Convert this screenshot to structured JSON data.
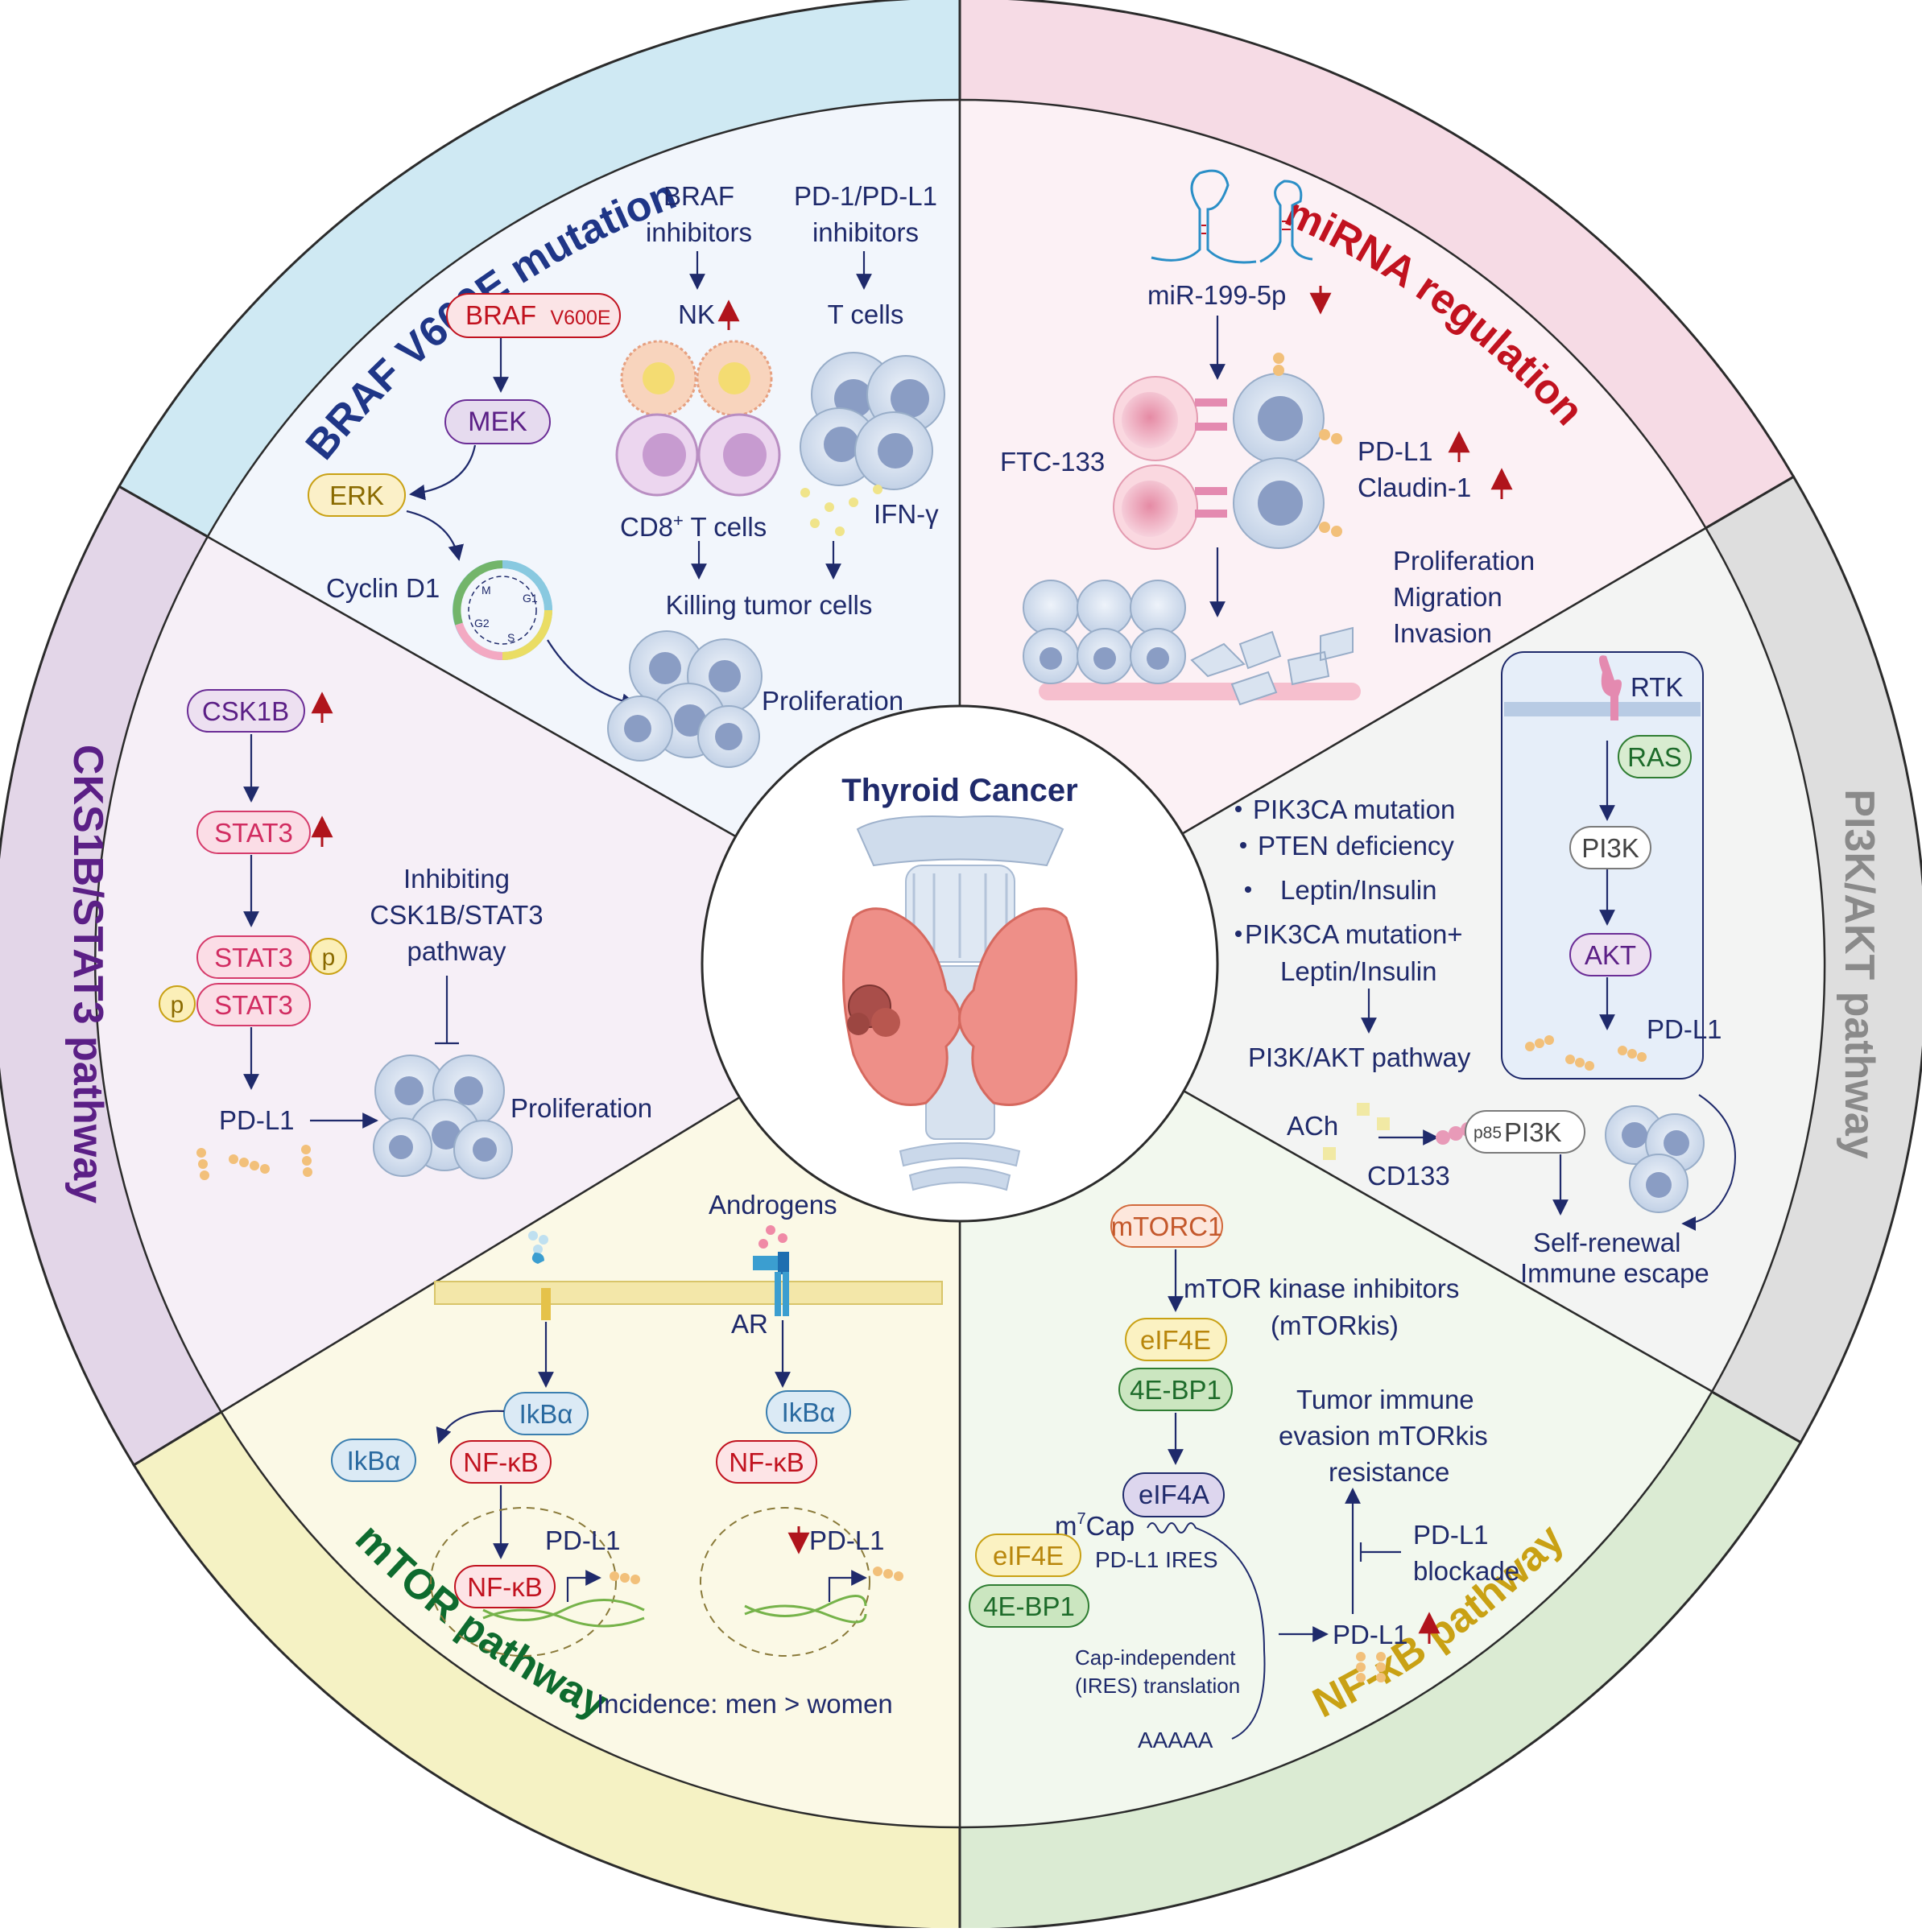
{
  "center": {
    "title": "Thyroid Cancer"
  },
  "sectors": {
    "braf": {
      "title": "BRAF V600E mutation",
      "color": "#cfe9f3",
      "braf_box": "BRAF",
      "braf_sub": "V600E",
      "mek": "MEK",
      "erk": "ERK",
      "cyclin": "Cyclin D1",
      "cycle_phases": [
        "M",
        "G1",
        "G2",
        "S"
      ],
      "braf_inhib_1": "BRAF",
      "braf_inhib_2": "inhibitors",
      "pd1_inhib_1": "PD-1/PD-L1",
      "pd1_inhib_2": "inhibitors",
      "nk": "NK",
      "tcells": "T cells",
      "cd8": "CD8",
      "cd8_sup": "+",
      "cd8_rest": " T cells",
      "ifn": "IFN-γ",
      "killing": "Killing tumor cells",
      "proliferation": "Proliferation"
    },
    "mirna": {
      "title": "miRNA regulation",
      "color": "#f6dbe5",
      "mir": "miR-199-5p",
      "ftc": "FTC-133",
      "pdl1": "PD-L1",
      "claudin": "Claudin-1",
      "outcome_1": "Proliferation",
      "outcome_2": "Migration",
      "outcome_3": "Invasion"
    },
    "pi3k": {
      "title": "PI3K/AKT pathway",
      "color": "#dedede",
      "rtk": "RTK",
      "ras": "RAS",
      "pi3k": "PI3K",
      "akt": "AKT",
      "pdl1": "PD-L1",
      "bullets": [
        "PIK3CA mutation",
        "PTEN deficiency",
        "Leptin/Insulin",
        "PIK3CA mutation+"
      ],
      "bullet_cont": "Leptin/Insulin",
      "pathway": "PI3K/AKT pathway",
      "ach": "ACh",
      "cd133": "CD133",
      "p85": "p85",
      "p85_pi3k": "PI3K",
      "self_renewal": "Self-renewal",
      "immune_escape": "Immune escape"
    },
    "mtor": {
      "title": "mTOR pathway",
      "color": "#dbebd3",
      "mtorc1": "mTORC1",
      "inhib_1": "mTOR kinase inhibitors",
      "inhib_2": "(mTORkis)",
      "eif4e": "eIF4E",
      "bp1": "4E-BP1",
      "eif4a": "eIF4A",
      "m7cap_m": "m",
      "m7cap_sup": "7",
      "m7cap_rest": "Cap",
      "ires": "PD-L1 IRES",
      "eif4e_2": "eIF4E",
      "bp1_2": "4E-BP1",
      "cap_indep_1": "Cap-independent",
      "cap_indep_2": "(IRES) translation",
      "polya": "AAAAA",
      "pdl1": "PD-L1",
      "evasion_1": "Tumor immune",
      "evasion_2": "evasion mTORkis",
      "evasion_3": "resistance",
      "blockade_1": "PD-L1",
      "blockade_2": "blockade"
    },
    "nfkb": {
      "title": "NF-κB pathway",
      "color": "#f5f2c4",
      "androgens": "Androgens",
      "ar": "AR",
      "ikba_1": "IkBα",
      "ikba_2": "IkBα",
      "ikba_3": "IkBα",
      "nfkb_1": "NF-κB",
      "nfkb_2": "NF-κB",
      "nfkb_3": "NF-κB",
      "pdl1_1": "PD-L1",
      "pdl1_2": "PD-L1",
      "incidence": "Incidence: men > women"
    },
    "cks1b": {
      "title": "CKS1B/STAT3 pathway",
      "color": "#e3d6e8",
      "csk1b": "CSK1B",
      "stat3_1": "STAT3",
      "stat3_2": "STAT3",
      "stat3_3": "STAT3",
      "p_1": "p",
      "p_2": "p",
      "pdl1": "PD-L1",
      "inhib_1": "Inhibiting",
      "inhib_2": "CSK1B/STAT3",
      "inhib_3": "pathway",
      "proliferation": "Proliferation"
    }
  }
}
